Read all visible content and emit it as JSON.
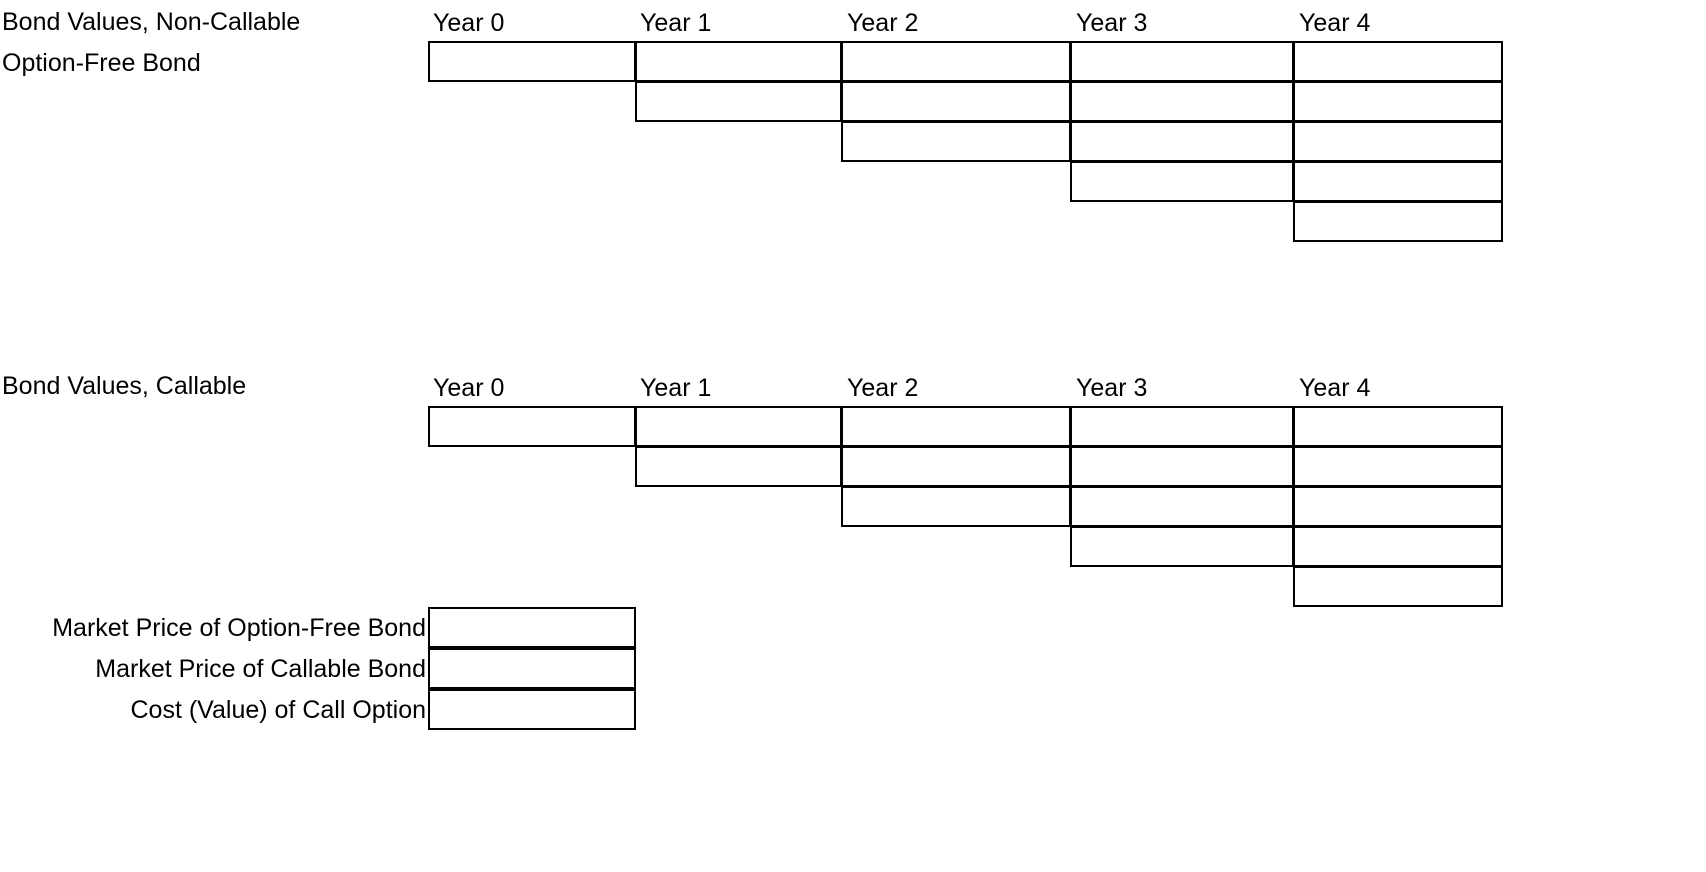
{
  "document": {
    "background_color": "#ffffff",
    "border_color": "#000000",
    "text_color": "#000000"
  },
  "sections": [
    {
      "id": "non-callable",
      "title_lines": [
        "Bond Values, Non-Callable",
        "Option-Free Bond"
      ],
      "year_headers": [
        "Year 0",
        "Year 1",
        "Year 2",
        "Year 3",
        "Year 4"
      ],
      "lattice": {
        "columns": [
          {
            "year": "Year 0",
            "cells": [
              ""
            ]
          },
          {
            "year": "Year 1",
            "cells": [
              "",
              ""
            ]
          },
          {
            "year": "Year 2",
            "cells": [
              "",
              "",
              ""
            ]
          },
          {
            "year": "Year 3",
            "cells": [
              "",
              "",
              "",
              ""
            ]
          },
          {
            "year": "Year 4",
            "cells": [
              "",
              "",
              "",
              "",
              ""
            ]
          }
        ]
      }
    },
    {
      "id": "callable",
      "title_lines": [
        "Bond Values, Callable"
      ],
      "year_headers": [
        "Year 0",
        "Year 1",
        "Year 2",
        "Year 3",
        "Year 4"
      ],
      "lattice": {
        "columns": [
          {
            "year": "Year 0",
            "cells": [
              ""
            ]
          },
          {
            "year": "Year 1",
            "cells": [
              "",
              ""
            ]
          },
          {
            "year": "Year 2",
            "cells": [
              "",
              "",
              ""
            ]
          },
          {
            "year": "Year 3",
            "cells": [
              "",
              "",
              "",
              ""
            ]
          },
          {
            "year": "Year 4",
            "cells": [
              "",
              "",
              "",
              "",
              ""
            ]
          }
        ]
      }
    }
  ],
  "summary": {
    "rows": [
      {
        "label": "Market Price of Option-Free Bond",
        "value": ""
      },
      {
        "label": "Market Price of Callable Bond",
        "value": ""
      },
      {
        "label": "Cost (Value) of Call Option",
        "value": ""
      }
    ]
  }
}
